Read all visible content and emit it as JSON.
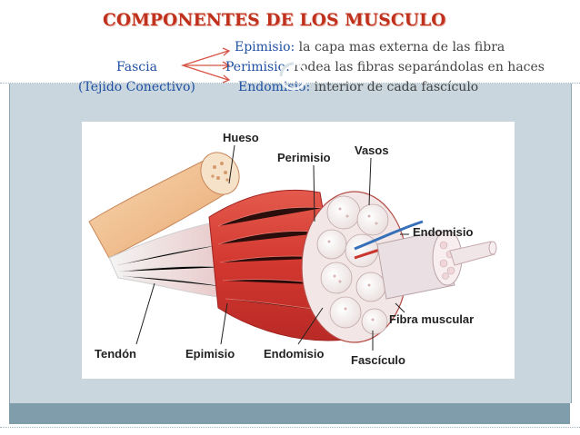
{
  "title": "COMPONENTES DE LOS MUSCULO",
  "fascia": {
    "label": "Fascia",
    "sublabel": "(Tejido Conectivo)"
  },
  "definitions": [
    {
      "term": "Epimisio:",
      "text": " la capa mas externa de las fibra"
    },
    {
      "term": "Perimisio:",
      "text": " rodea las fibras separándolas en haces"
    },
    {
      "term": "Endomisio:",
      "text": " interior de cada fascículo"
    }
  ],
  "figure_labels": {
    "hueso": "Hueso",
    "perimisio": "Perimisio",
    "vasos": "Vasos",
    "endomisio_right": "Endomisio",
    "fibra_muscular": "Fibra muscular",
    "tendon": "Tendón",
    "epimisio": "Epimisio",
    "endomisio_bottom": "Endomisio",
    "fasciculo": "Fascículo"
  },
  "colors": {
    "title": "#c0311d",
    "term": "#2050a2",
    "body_text": "#444444",
    "panel": "#c9d6dd",
    "footer": "#7f9daa",
    "muscle": "#d9443b",
    "bone": "#f3c79a"
  }
}
